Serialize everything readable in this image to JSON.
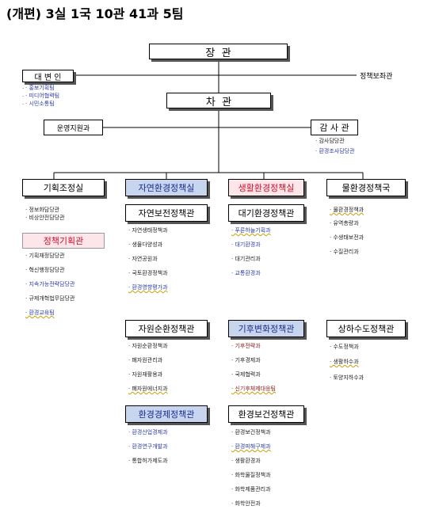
{
  "title": "(개편) 3실 1국 10관 41과 5팀",
  "minister": "장  관",
  "spokesperson": {
    "label": "대 변 인",
    "items": [
      "홍보기획팀",
      "미디어협력팀",
      "시민소통팀"
    ]
  },
  "policy_aide": "정책보좌관",
  "vice_minister": "차  관",
  "operations_support": "운영지원과",
  "audit": {
    "label": "감 사 관",
    "items": [
      "감사담당관",
      "환경조사담당관"
    ]
  },
  "planning": {
    "label": "기획조정실",
    "items": [
      "정보화담당관",
      "비상안전담당관"
    ],
    "sub": {
      "label": "정책기획관",
      "items": [
        "기획재정담당관",
        "혁신행정담당관",
        "지속가능전략담당관",
        "규제개혁법무담당관",
        "환경교육팀"
      ]
    }
  },
  "nature_office": {
    "label": "자연환경정책실",
    "bureaus": [
      {
        "label": "자연보전정책관",
        "items": [
          "자연생태정책과",
          "생물다양성과",
          "자연공원과",
          "국토환경정책과",
          "환경영향평가과"
        ]
      },
      {
        "label": "자원순환정책관",
        "items": [
          "자원순환정책과",
          "폐자원관리과",
          "자원재활용과",
          "폐자원에너지과"
        ]
      },
      {
        "label": "환경경제정책관",
        "items": [
          "환경산업경제과",
          "환경연구개발과",
          "통합허가제도과"
        ]
      }
    ]
  },
  "living_office": {
    "label": "생활환경정책실",
    "bureaus": [
      {
        "label": "대기환경정책관",
        "items": [
          "푸른하늘기획과",
          "대기환경과",
          "대기관리과",
          "교통환경과"
        ]
      },
      {
        "label": "기후변화정책관",
        "items": [
          "기후전략과",
          "기후경제과",
          "국제협력과",
          "신기후체제대응팀"
        ]
      },
      {
        "label": "환경보건정책관",
        "items": [
          "환경보건정책과",
          "환경피해구제과",
          "생활환경과",
          "화학물질정책과",
          "화학제품관리과",
          "화학안전과"
        ]
      }
    ]
  },
  "water_bureau": {
    "label": "물환경정책국",
    "items": [
      "물환경정책과",
      "유역총량과",
      "수생태보전과",
      "수질관리과"
    ],
    "sub": {
      "label": "상하수도정책관",
      "items": [
        "수도정책과",
        "생활하수과",
        "토양지하수과"
      ]
    }
  }
}
